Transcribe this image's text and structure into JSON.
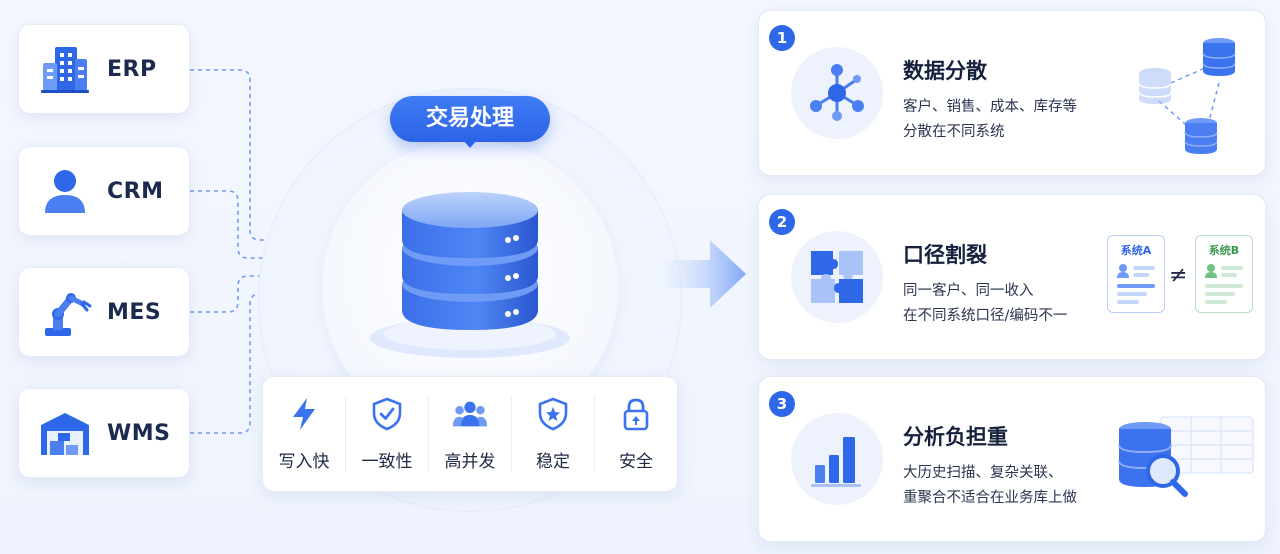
{
  "sources": [
    {
      "label": "ERP",
      "icon": "building-icon"
    },
    {
      "label": "CRM",
      "icon": "user-icon"
    },
    {
      "label": "MES",
      "icon": "robot-arm-icon"
    },
    {
      "label": "WMS",
      "icon": "warehouse-icon"
    }
  ],
  "hub": {
    "title": "交易处理",
    "features": [
      {
        "label": "写入快",
        "icon": "lightning-icon"
      },
      {
        "label": "一致性",
        "icon": "shield-check-icon"
      },
      {
        "label": "高并发",
        "icon": "users-icon"
      },
      {
        "label": "稳定",
        "icon": "badge-star-icon"
      },
      {
        "label": "安全",
        "icon": "lock-icon"
      }
    ]
  },
  "issues": [
    {
      "num": "1",
      "title": "数据分散",
      "desc_line1": "客户、销售、成本、库存等",
      "desc_line2": "分散在不同系统",
      "icon": "network-nodes-icon"
    },
    {
      "num": "2",
      "title": "口径割裂",
      "desc_line1": "同一客户、同一收入",
      "desc_line2": "在不同系统口径/编码不一",
      "icon": "puzzle-icon",
      "system_a": "系统A",
      "system_b": "系统B",
      "neq": "≠"
    },
    {
      "num": "3",
      "title": "分析负担重",
      "desc_line1": "大历史扫描、复杂关联、",
      "desc_line2": "重聚合不适合在业务库上做",
      "icon": "bar-chart-icon"
    }
  ],
  "colors": {
    "primary": "#2f67e9",
    "primary_light": "#6f9af5",
    "card_bg": "#ffffff",
    "page_bg": "#f1f5fd",
    "system_b_green": "#3a9a52"
  }
}
